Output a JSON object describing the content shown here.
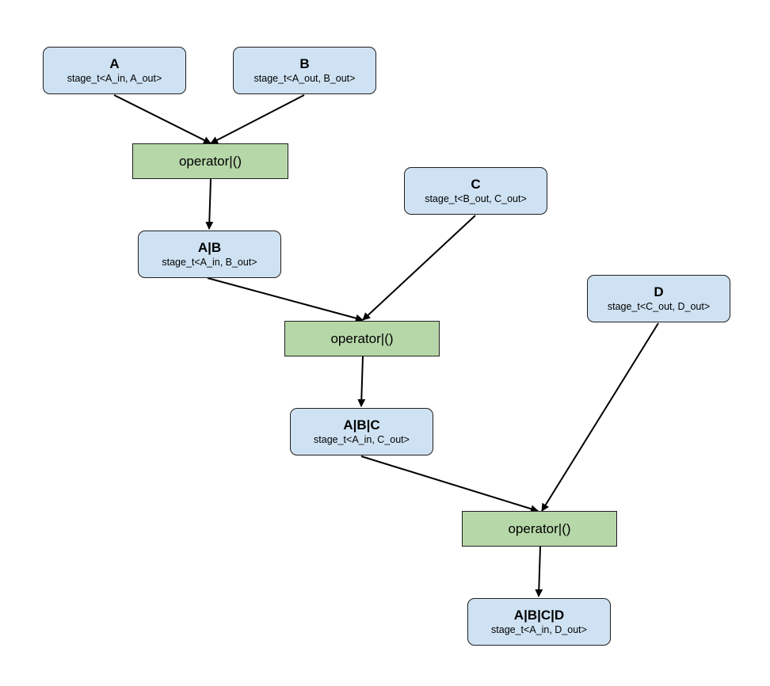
{
  "nodes": {
    "a": {
      "title": "A",
      "type": "stage_t<A_in, A_out>"
    },
    "b": {
      "title": "B",
      "type": "stage_t<A_out, B_out>"
    },
    "c": {
      "title": "C",
      "type": "stage_t<B_out, C_out>"
    },
    "d": {
      "title": "D",
      "type": "stage_t<C_out, D_out>"
    },
    "ab": {
      "title": "A|B",
      "type": "stage_t<A_in, B_out>"
    },
    "abc": {
      "title": "A|B|C",
      "type": "stage_t<A_in, C_out>"
    },
    "abcd": {
      "title": "A|B|C|D",
      "type": "stage_t<A_in, D_out>"
    }
  },
  "operators": {
    "op1": {
      "label": "operator|()"
    },
    "op2": {
      "label": "operator|()"
    },
    "op3": {
      "label": "operator|()"
    }
  },
  "edges": [
    {
      "from": "a",
      "to": "op1"
    },
    {
      "from": "b",
      "to": "op1"
    },
    {
      "from": "op1",
      "to": "ab"
    },
    {
      "from": "ab",
      "to": "op2"
    },
    {
      "from": "c",
      "to": "op2"
    },
    {
      "from": "op2",
      "to": "abc"
    },
    {
      "from": "abc",
      "to": "op3"
    },
    {
      "from": "d",
      "to": "op3"
    },
    {
      "from": "op3",
      "to": "abcd"
    }
  ],
  "colors": {
    "stage_fill": "#cfe2f3",
    "operator_fill": "#b6d7a8",
    "stroke": "#1f1f1f"
  }
}
